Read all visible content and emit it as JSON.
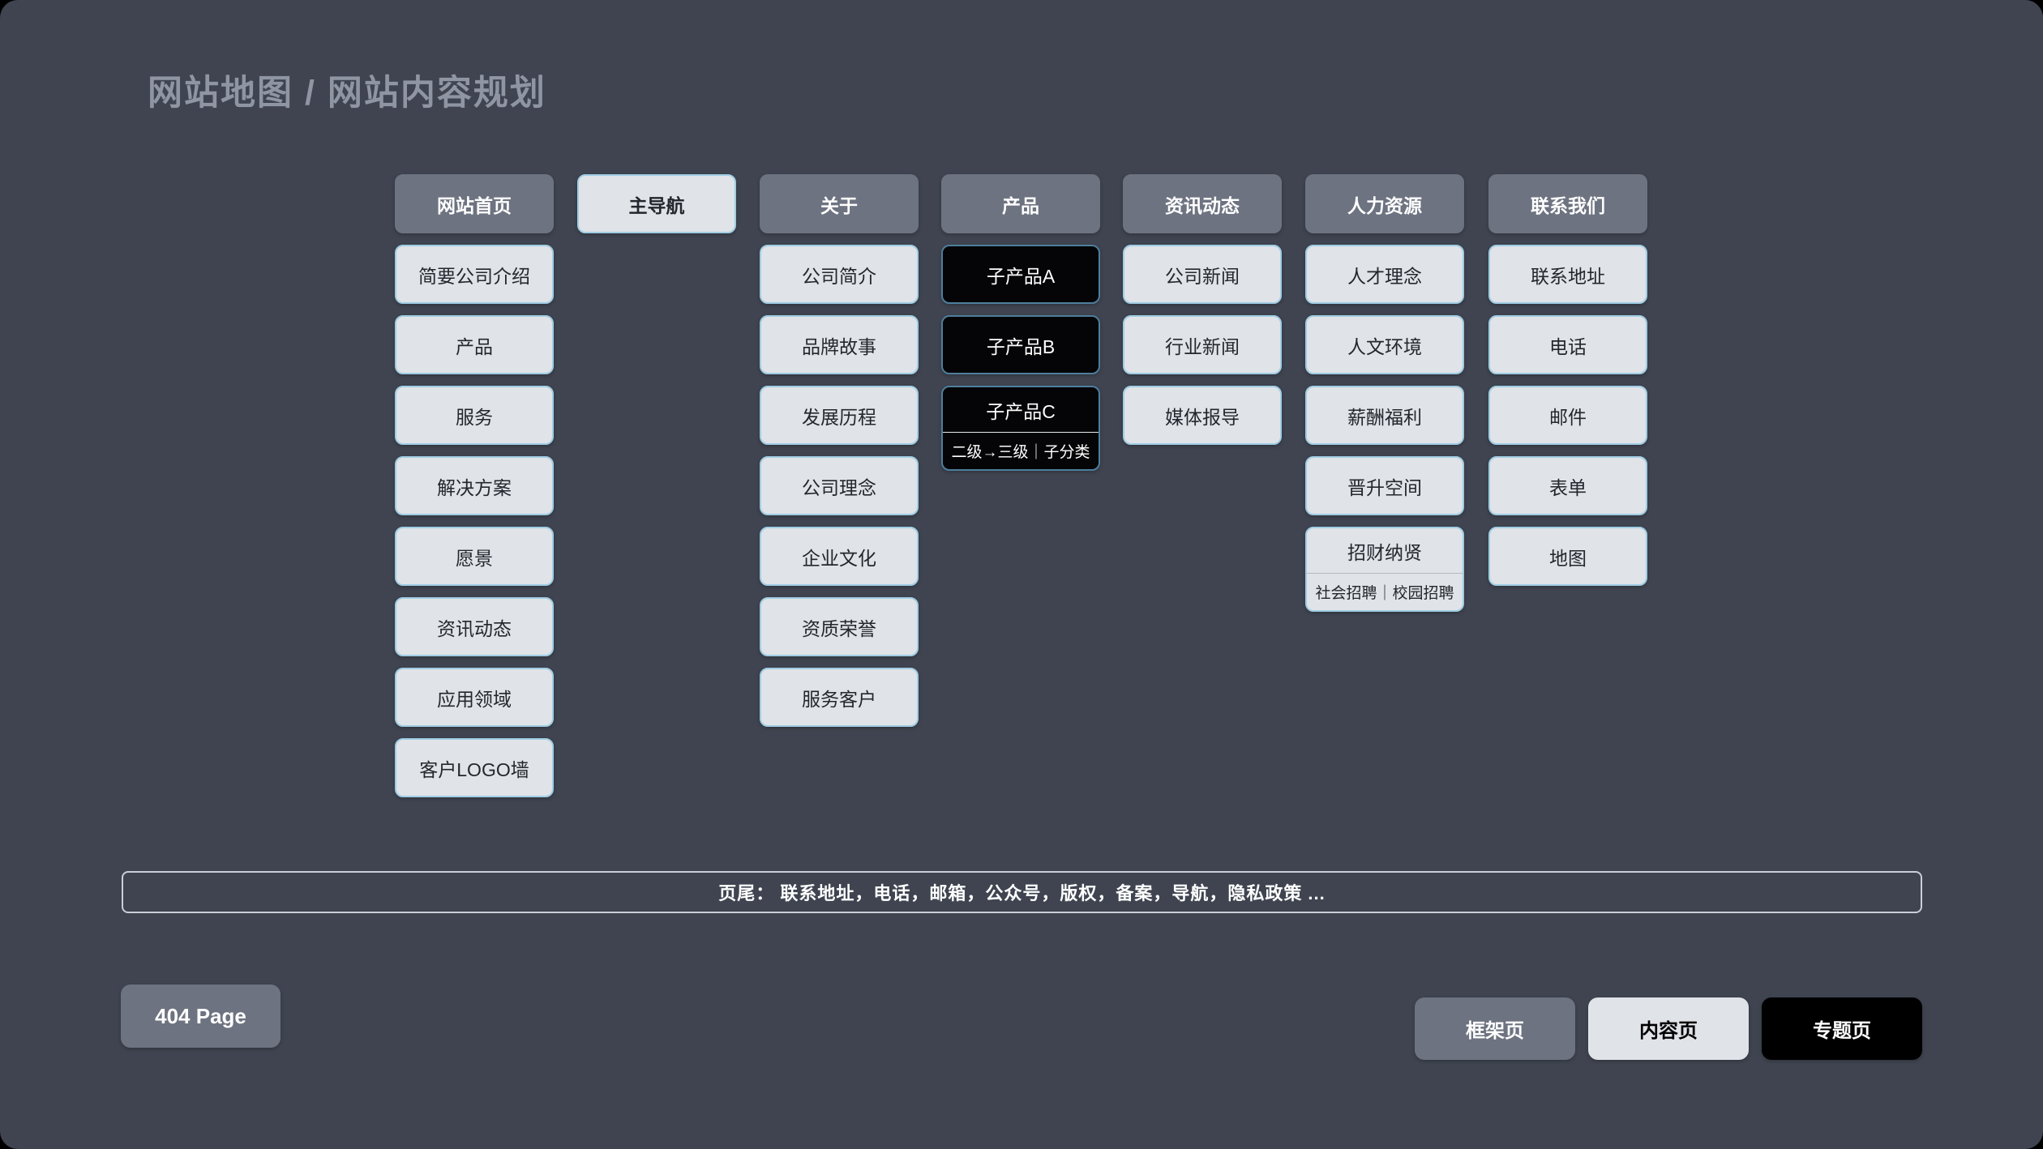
{
  "page": {
    "title": "网站地图 / 网站内容规划"
  },
  "colors": {
    "background": "#3f4450",
    "frame_box": "#6d7380",
    "content_box": "#e0e3e7",
    "content_border": "#a0cde4",
    "special_box": "#050507",
    "special_border": "#4d7e9c",
    "dark_text": "#23272e",
    "light_text": "#ffffff",
    "title_text": "#8f95a2"
  },
  "columns": [
    {
      "header": {
        "label": "网站首页",
        "style": "frame"
      },
      "items": [
        {
          "label": "简要公司介绍",
          "style": "content"
        },
        {
          "label": "产品",
          "style": "content"
        },
        {
          "label": "服务",
          "style": "content"
        },
        {
          "label": "解决方案",
          "style": "content"
        },
        {
          "label": "愿景",
          "style": "content"
        },
        {
          "label": "资讯动态",
          "style": "content"
        },
        {
          "label": "应用领域",
          "style": "content"
        },
        {
          "label": "客户LOGO墙",
          "style": "content"
        }
      ]
    },
    {
      "header": {
        "label": "主导航",
        "style": "content"
      },
      "items": []
    },
    {
      "header": {
        "label": "关于",
        "style": "frame"
      },
      "items": [
        {
          "label": "公司简介",
          "style": "content"
        },
        {
          "label": "品牌故事",
          "style": "content"
        },
        {
          "label": "发展历程",
          "style": "content"
        },
        {
          "label": "公司理念",
          "style": "content"
        },
        {
          "label": "企业文化",
          "style": "content"
        },
        {
          "label": "资质荣誉",
          "style": "content"
        },
        {
          "label": "服务客户",
          "style": "content"
        }
      ]
    },
    {
      "header": {
        "label": "产品",
        "style": "frame"
      },
      "items": [
        {
          "label": "子产品A",
          "style": "special"
        },
        {
          "label": "子产品B",
          "style": "special"
        },
        {
          "label": "子产品C",
          "style": "special",
          "sub": "二级→三级｜子分类"
        }
      ]
    },
    {
      "header": {
        "label": "资讯动态",
        "style": "frame"
      },
      "items": [
        {
          "label": "公司新闻",
          "style": "content"
        },
        {
          "label": "行业新闻",
          "style": "content"
        },
        {
          "label": "媒体报导",
          "style": "content"
        }
      ]
    },
    {
      "header": {
        "label": "人力资源",
        "style": "frame"
      },
      "items": [
        {
          "label": "人才理念",
          "style": "content"
        },
        {
          "label": "人文环境",
          "style": "content"
        },
        {
          "label": "薪酬福利",
          "style": "content"
        },
        {
          "label": "晋升空间",
          "style": "content"
        },
        {
          "label": "招财纳贤",
          "style": "content",
          "sub": "社会招聘｜校园招聘"
        }
      ]
    },
    {
      "header": {
        "label": "联系我们",
        "style": "frame"
      },
      "items": [
        {
          "label": "联系地址",
          "style": "content"
        },
        {
          "label": "电话",
          "style": "content"
        },
        {
          "label": "邮件",
          "style": "content"
        },
        {
          "label": "表单",
          "style": "content"
        },
        {
          "label": "地图",
          "style": "content"
        }
      ]
    }
  ],
  "footer": {
    "label": "页尾：  联系地址，电话，邮箱，公众号，版权，备案，导航，隐私政策 ..."
  },
  "page404": {
    "label": "404 Page"
  },
  "legend": [
    {
      "label": "框架页",
      "style": "frame"
    },
    {
      "label": "内容页",
      "style": "content"
    },
    {
      "label": "专题页",
      "style": "special"
    }
  ]
}
